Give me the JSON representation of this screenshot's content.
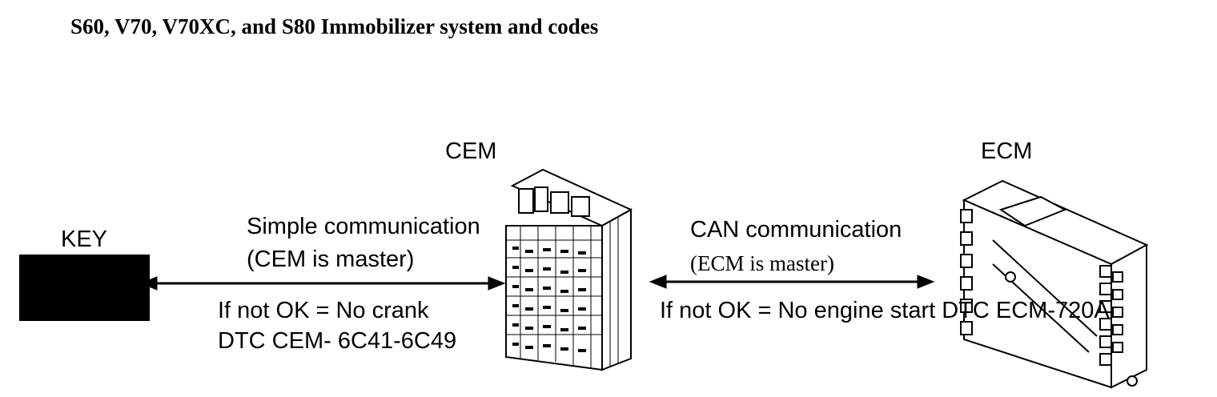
{
  "title": "S60, V70, V70XC, and S80 Immobilizer system and codes",
  "nodes": {
    "key": "KEY",
    "cem": "CEM",
    "ecm": "ECM"
  },
  "links": {
    "key_cem": {
      "line1": "Simple communication",
      "line2": "(CEM is master)",
      "fail_line1": "If not OK = No crank",
      "fail_line2": "DTC CEM- 6C41-6C49"
    },
    "cem_ecm": {
      "line1": "CAN communication",
      "line2": "(ECM is master)",
      "fail_line1": "If not OK = No engine start DTC ECM-720A"
    }
  }
}
